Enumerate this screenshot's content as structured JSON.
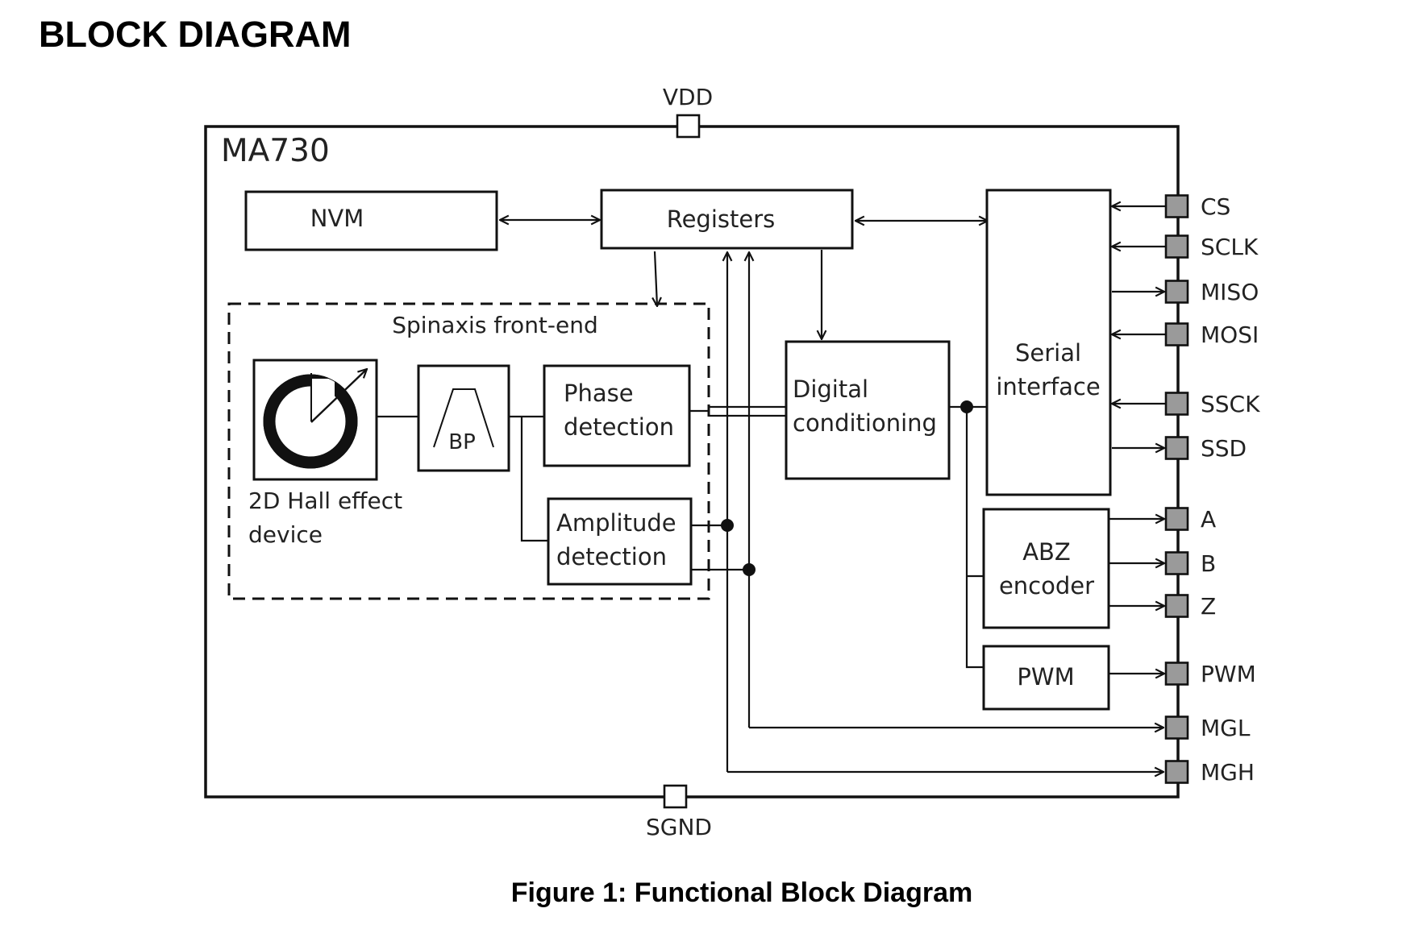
{
  "page": {
    "heading": "BLOCK DIAGRAM",
    "caption": "Figure 1: Functional Block Diagram"
  },
  "chip": {
    "name": "MA730"
  },
  "power_pins": {
    "top": "VDD",
    "bottom": "SGND"
  },
  "blocks": {
    "nvm": "NVM",
    "registers": "Registers",
    "frontend_title": "Spinaxis front-end",
    "hall_line1": "2D Hall effect",
    "hall_line2": "device",
    "bandpass": "BP",
    "phase_line1": "Phase",
    "phase_line2": "detection",
    "amplitude_line1": "Amplitude",
    "amplitude_line2": "detection",
    "digital_line1": "Digital",
    "digital_line2": "conditioning",
    "serial_line1": "Serial",
    "serial_line2": "interface",
    "abz_line1": "ABZ",
    "abz_line2": "encoder",
    "pwm": "PWM"
  },
  "pins": [
    {
      "label": "CS",
      "direction": "in"
    },
    {
      "label": "SCLK",
      "direction": "in"
    },
    {
      "label": "MISO",
      "direction": "out"
    },
    {
      "label": "MOSI",
      "direction": "in"
    },
    {
      "label": "SSCK",
      "direction": "in"
    },
    {
      "label": "SSD",
      "direction": "out"
    },
    {
      "label": "A",
      "direction": "out"
    },
    {
      "label": "B",
      "direction": "out"
    },
    {
      "label": "Z",
      "direction": "out"
    },
    {
      "label": "PWM",
      "direction": "out"
    },
    {
      "label": "MGL",
      "direction": "out"
    },
    {
      "label": "MGH",
      "direction": "out"
    }
  ],
  "colors": {
    "pin_fill": "#9a9a9a",
    "line": "#111111"
  }
}
